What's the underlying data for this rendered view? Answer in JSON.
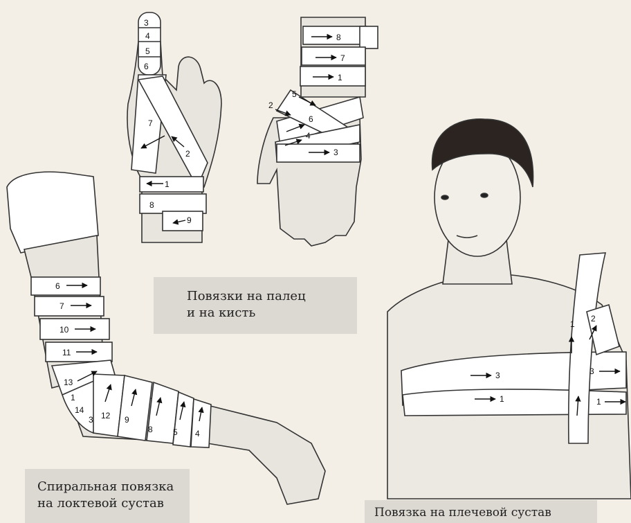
{
  "captions": {
    "hand": {
      "line1": "Повязки на палец",
      "line2": "и на кисть"
    },
    "elbow": {
      "line1": "Спиральная повязка",
      "line2": "на локтевой сустав"
    },
    "shoulder": {
      "line1": "Повязка на плечевой сустав"
    }
  },
  "finger_bandage": {
    "turns": [
      "3",
      "4",
      "5",
      "6",
      "7",
      "2",
      "1",
      "8",
      "9"
    ]
  },
  "hand_bandage": {
    "turns": [
      "8",
      "7",
      "1",
      "5",
      "2",
      "6",
      "4",
      "3"
    ]
  },
  "elbow_bandage": {
    "turns": [
      "6",
      "7",
      "10",
      "11",
      "13",
      "1",
      "14",
      "3",
      "12",
      "9",
      "8",
      "5",
      "4"
    ]
  },
  "shoulder_bandage": {
    "turns": [
      "1",
      "2",
      "3",
      "1",
      "3",
      "1"
    ]
  }
}
